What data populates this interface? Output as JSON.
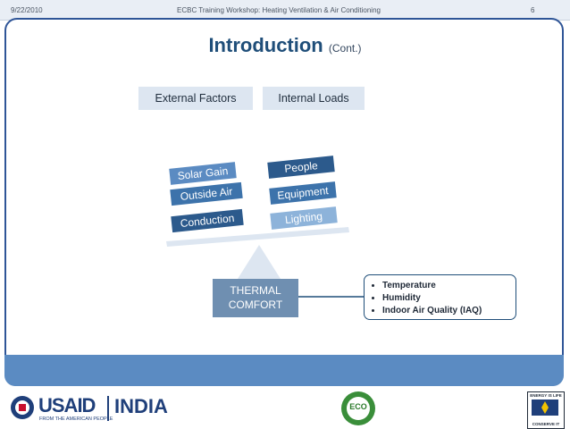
{
  "header": {
    "date": "9/22/2010",
    "title": "ECBC Training Workshop: Heating Ventilation & Air Conditioning",
    "page_number": "6"
  },
  "slide": {
    "title": "Introduction",
    "title_suffix": "(Cont.)",
    "external_label": "External Factors",
    "internal_label": "Internal Loads",
    "external_items": [
      "Solar Gain",
      "Outside Air",
      "Conduction"
    ],
    "internal_items": [
      "People",
      "Equipment",
      "Lighting"
    ],
    "thermal_label": "THERMAL COMFORT",
    "conditions": [
      "Temperature",
      "Humidity",
      "Indoor Air Quality (IAQ)"
    ]
  },
  "colors": {
    "accent": "#1f4e79",
    "frame": "#2f5597",
    "band": "#5b8bc2"
  },
  "footer": {
    "usaid_text": "USAID",
    "usaid_tagline": "FROM THE AMERICAN PEOPLE",
    "india_text": "INDIA",
    "eco_text": "ECO",
    "energy_text": "ENERGY IS LIFE",
    "conserve_text": "CONSERVE IT"
  }
}
